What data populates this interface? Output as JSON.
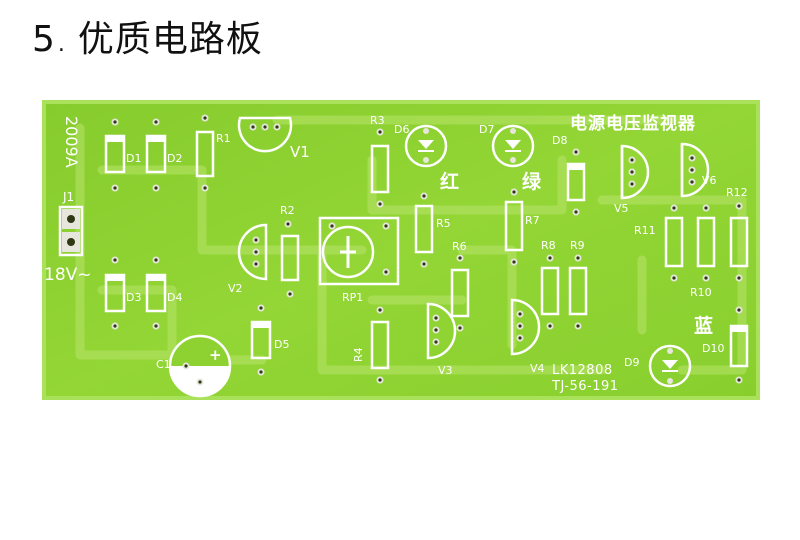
{
  "heading": {
    "number": "5",
    "separator": ".",
    "title": "优质电路板"
  },
  "board": {
    "colors": {
      "board": "#8dd230",
      "board_edge": "#a9e25a",
      "trace": "#c7ea7a",
      "silk": "#ffffff",
      "pad": "#e6e6dc",
      "hole": "#2f3a14"
    },
    "board_code": "2009A",
    "title": "电源电压监视器",
    "connector_label": "J1",
    "voltage_label": "18V~",
    "led_color_labels": {
      "red": "红",
      "green": "绿",
      "blue": "蓝"
    },
    "model": "LK12808",
    "serial": "TJ-56-191",
    "capacitor_polarity": "+",
    "component_labels": {
      "D1": "D1",
      "D2": "D2",
      "D3": "D3",
      "D4": "D4",
      "D5": "D5",
      "D6": "D6",
      "D7": "D7",
      "D8": "D8",
      "D9": "D9",
      "D10": "D10",
      "R1": "R1",
      "R2": "R2",
      "R3": "R3",
      "R4": "R4",
      "R5": "R5",
      "R6": "R6",
      "R7": "R7",
      "R8": "R8",
      "R9": "R9",
      "R10": "R10",
      "R11": "R11",
      "R12": "R12",
      "V1": "V1",
      "V2": "V2",
      "V3": "V3",
      "V4": "V4",
      "V5": "V5",
      "V6": "V6",
      "RP1": "RP1",
      "C1": "C1"
    }
  }
}
